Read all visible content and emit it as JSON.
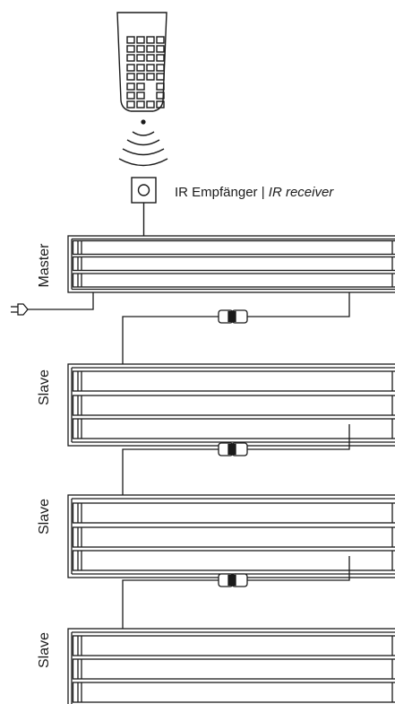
{
  "receiver": {
    "label_de": "IR Empfänger",
    "separator": " | ",
    "label_en": "IR receiver"
  },
  "units": [
    {
      "role": "Master"
    },
    {
      "role": "Slave"
    },
    {
      "role": "Slave"
    },
    {
      "role": "Slave"
    }
  ],
  "colors": {
    "line": "#1a1a1a",
    "background": "#ffffff"
  }
}
